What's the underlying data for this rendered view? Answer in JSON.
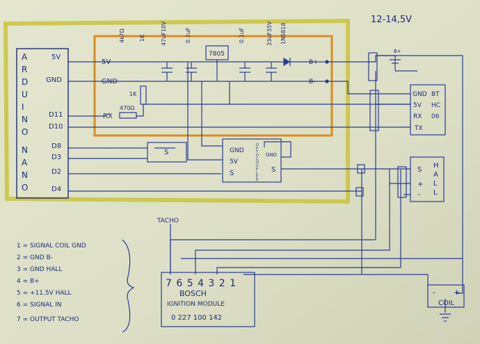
{
  "supply_voltage": "12-14,5V",
  "arduino": {
    "name_letters": [
      "A",
      "R",
      "D",
      "U",
      "I",
      "N",
      "O"
    ],
    "nano_letters": [
      "N",
      "A",
      "N",
      "O"
    ],
    "pins": [
      "5V",
      "GND",
      "D11",
      "D10",
      "D8",
      "D3",
      "D2",
      "D4"
    ]
  },
  "components": {
    "r_4k7": "4k7Ω",
    "r_1k_top": "1K",
    "cap_47uf": "47uF10V",
    "cap_100nf_a": "0.1uF",
    "regulator": "7805",
    "cap_100nf_b": "0.1uF",
    "cap_33uf": "33uF35V",
    "diode": "1N5818",
    "r_1k": "1K",
    "r_470": "470Ω",
    "net_5v": "5V",
    "net_gnd": "GND",
    "net_rx": "RX",
    "b_plus": "B+",
    "b_minus": "B-"
  },
  "switch_label": "S",
  "optocoupler": {
    "title_letters": [
      "O",
      "P",
      "T",
      "O",
      "C",
      "O",
      "U",
      "P",
      "L",
      "E",
      "R"
    ],
    "left_pins": [
      "GND",
      "5V",
      "S"
    ],
    "right_gnd": "GND",
    "right_s": "S"
  },
  "bluetooth": {
    "title": "B+",
    "rows": [
      {
        "pin": "GND",
        "tag": "BT"
      },
      {
        "pin": "5V",
        "tag": "HC"
      },
      {
        "pin": "RX",
        "tag": "06"
      },
      {
        "pin": "TX",
        "tag": ""
      }
    ]
  },
  "hall": {
    "pins": [
      "S",
      "+",
      "-"
    ],
    "title_letters": [
      "H",
      "A",
      "L",
      "L"
    ]
  },
  "tacho_label": "TACHO",
  "ignition_module": {
    "pins": "7 6 5 4 3 2 1",
    "brand": "BOSCH",
    "title": "IGNITION MODULE",
    "part_no": "0 227 100 142"
  },
  "coil": {
    "minus": "-",
    "plus": "+",
    "label": "COIL"
  },
  "legend": [
    "1 = SIGNAL COIL GND",
    "2 = GND B-",
    "3 = GND HALL",
    "4 = B+",
    "5 = +11.5V HALL",
    "6 = SIGNAL IN",
    "7 = OUTPUT TACHO"
  ]
}
